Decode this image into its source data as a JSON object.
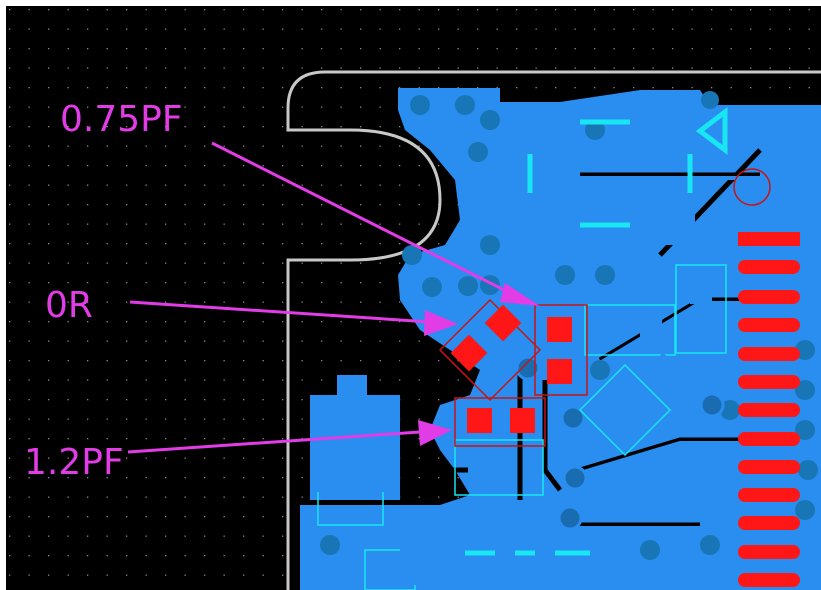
{
  "annotations": [
    {
      "id": "cap-075",
      "text": "0.75PF"
    },
    {
      "id": "res-0r",
      "text": "0R"
    },
    {
      "id": "cap-12",
      "text": "1.2PF"
    }
  ],
  "colors": {
    "background": "#000000",
    "grid_dot": "#8a8a8a",
    "copper": "#2a8df0",
    "via": "#1876b6",
    "pad_red": "#ff1616",
    "silk_cyan": "#18e6f2",
    "outline": "#c8c8c8",
    "annotation": "#e23ce6"
  },
  "icons": [
    "arrow-icon",
    "triangle-marker-icon",
    "circle-marker-icon"
  ]
}
